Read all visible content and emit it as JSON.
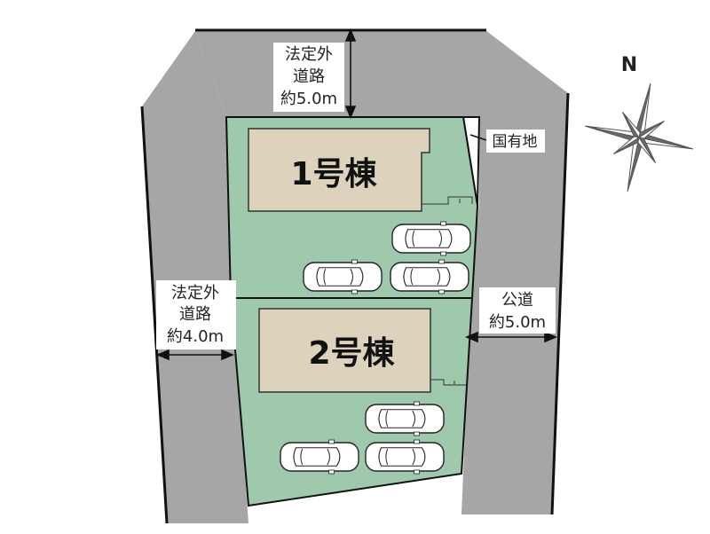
{
  "roads": {
    "top": {
      "line1": "法定外",
      "line2": "道路",
      "line3": "約5.0m"
    },
    "left": {
      "line1": "法定外",
      "line2": "道路",
      "line3": "約4.0m"
    },
    "right": {
      "line1": "公道",
      "line2": "約5.0m"
    }
  },
  "national_land_label": "国有地",
  "buildings": [
    {
      "label": "1号棟"
    },
    {
      "label": "2号棟"
    }
  ],
  "compass": {
    "north_label": "N"
  },
  "colors": {
    "road": "#a6a6a6",
    "lot": "#9ec9ad",
    "building": "#ddd3bd",
    "outline": "#111111"
  }
}
